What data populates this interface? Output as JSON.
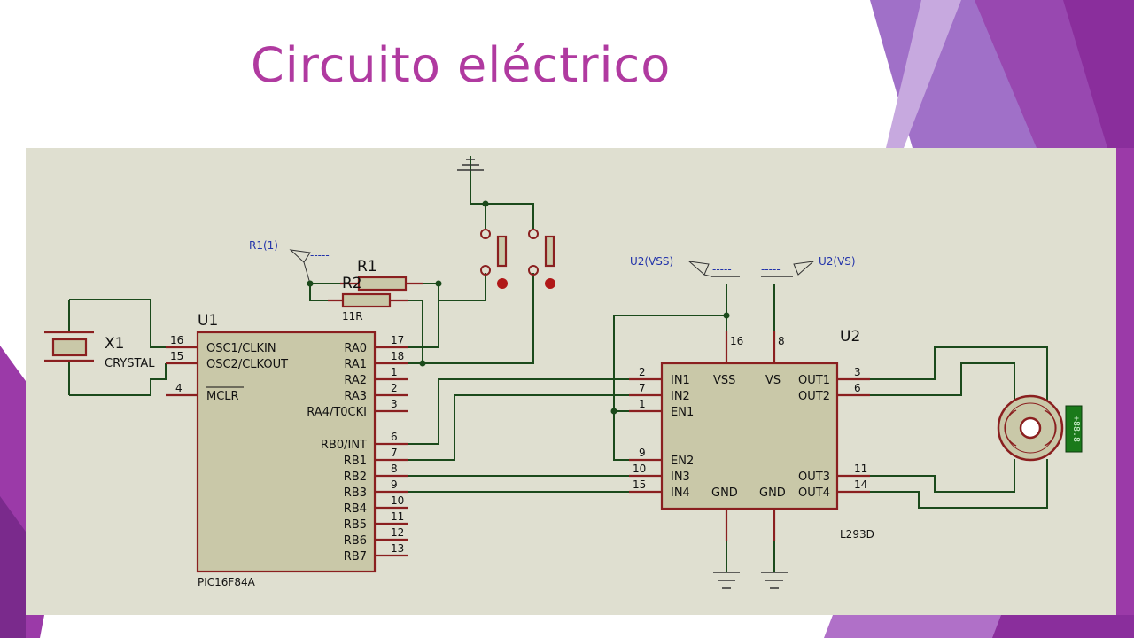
{
  "title": "Circuito eléctrico",
  "colors": {
    "title": "#b03aa0",
    "canvas_bg": "#dfdfd0",
    "wire": "#1b4a1b",
    "pin": "#8a1f1f",
    "chip_fill": "#c9c8a8",
    "net_label": "#2233aa",
    "accent_purple": "#8e3fa8"
  },
  "schematic": {
    "u1": {
      "ref": "U1",
      "part": "PIC16F84A",
      "left_pins": [
        {
          "num": "16",
          "name": "OSC1/CLKIN"
        },
        {
          "num": "15",
          "name": "OSC2/CLKOUT"
        },
        {
          "num": "4",
          "name": "MCLR"
        }
      ],
      "right_pins": [
        {
          "num": "17",
          "name": "RA0"
        },
        {
          "num": "18",
          "name": "RA1"
        },
        {
          "num": "1",
          "name": "RA2"
        },
        {
          "num": "2",
          "name": "RA3"
        },
        {
          "num": "3",
          "name": "RA4/T0CKI"
        },
        {
          "num": "6",
          "name": "RB0/INT"
        },
        {
          "num": "7",
          "name": "RB1"
        },
        {
          "num": "8",
          "name": "RB2"
        },
        {
          "num": "9",
          "name": "RB3"
        },
        {
          "num": "10",
          "name": "RB4"
        },
        {
          "num": "11",
          "name": "RB5"
        },
        {
          "num": "12",
          "name": "RB6"
        },
        {
          "num": "13",
          "name": "RB7"
        }
      ]
    },
    "u2": {
      "ref": "U2",
      "part": "L293D",
      "top_pins": [
        {
          "num": "16",
          "name": "VSS"
        },
        {
          "num": "8",
          "name": "VS"
        }
      ],
      "left_pins": [
        {
          "num": "2",
          "name": "IN1"
        },
        {
          "num": "7",
          "name": "IN2"
        },
        {
          "num": "1",
          "name": "EN1"
        },
        {
          "num": "9",
          "name": "EN2"
        },
        {
          "num": "10",
          "name": "IN3"
        },
        {
          "num": "15",
          "name": "IN4"
        }
      ],
      "right_pins": [
        {
          "num": "3",
          "name": "OUT1"
        },
        {
          "num": "6",
          "name": "OUT2"
        },
        {
          "num": "11",
          "name": "OUT3"
        },
        {
          "num": "14",
          "name": "OUT4"
        }
      ],
      "bottom_labels": [
        "GND",
        "GND"
      ]
    },
    "x1": {
      "ref": "X1",
      "type": "CRYSTAL"
    },
    "r1": {
      "ref": "R1"
    },
    "r2": {
      "ref": "R2",
      "value": "11R"
    },
    "net_labels": {
      "r1_probe": "R1(1)",
      "u2_vss": "U2(VSS)",
      "u2_vs": "U2(VS)",
      "dashes": "-----"
    },
    "motor_readout": "+88.8"
  }
}
